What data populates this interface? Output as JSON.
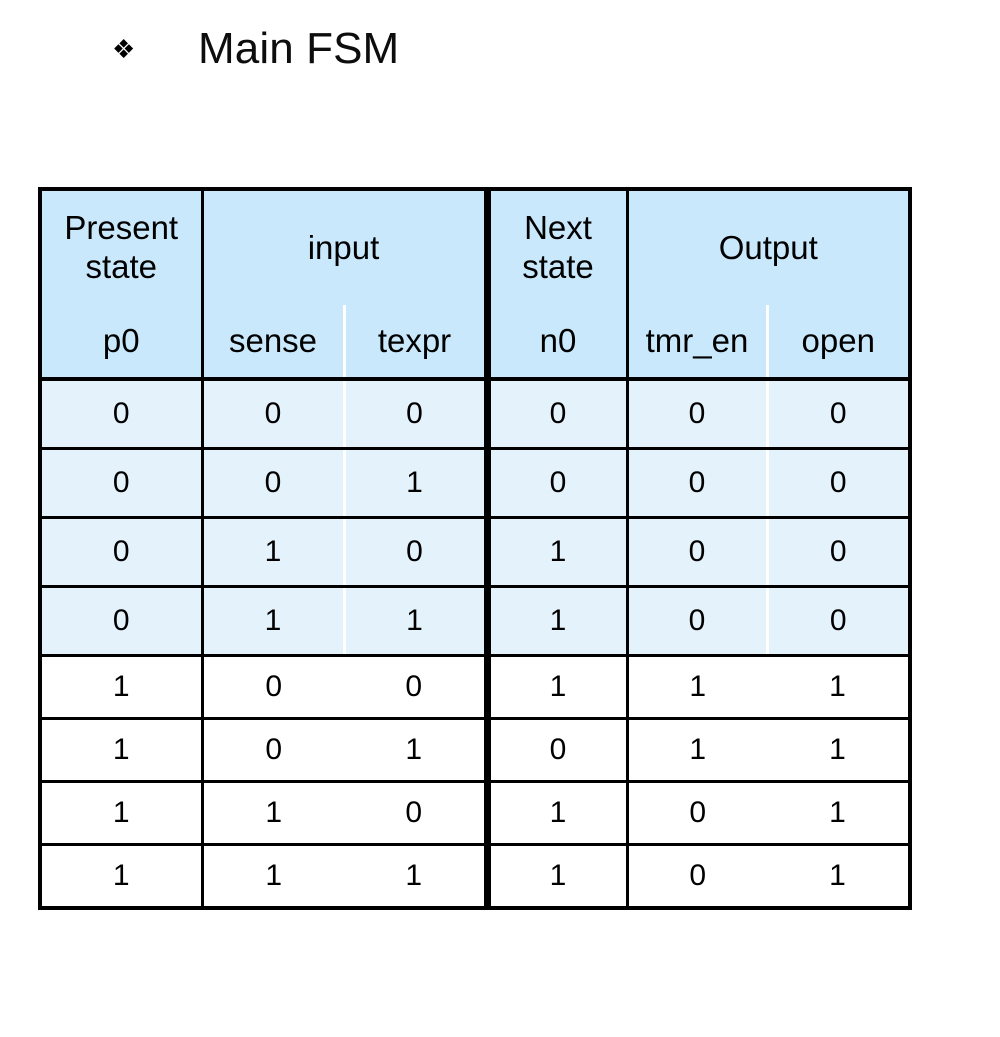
{
  "slide": {
    "bullet_icon": "diamond-bullet-icon",
    "bullet_glyph": "❖",
    "title": "Main FSM"
  },
  "table": {
    "name": "main-fsm-truth-table",
    "group_headers": [
      {
        "label": "Present\nstate",
        "label_line1": "Present",
        "label_line2": "state",
        "span": 1
      },
      {
        "label": "input",
        "span": 2
      },
      {
        "label": "Next\nstate",
        "label_line1": "Next",
        "label_line2": "state",
        "span": 1
      },
      {
        "label": "Output",
        "span": 2
      }
    ],
    "columns": [
      "p0",
      "sense",
      "texpr",
      "n0",
      "tmr_en",
      "open"
    ],
    "rows": [
      {
        "p0": "0",
        "sense": "0",
        "texpr": "0",
        "n0": "0",
        "tmr_en": "0",
        "open": "0",
        "shaded": true
      },
      {
        "p0": "0",
        "sense": "0",
        "texpr": "1",
        "n0": "0",
        "tmr_en": "0",
        "open": "0",
        "shaded": true
      },
      {
        "p0": "0",
        "sense": "1",
        "texpr": "0",
        "n0": "1",
        "tmr_en": "0",
        "open": "0",
        "shaded": true
      },
      {
        "p0": "0",
        "sense": "1",
        "texpr": "1",
        "n0": "1",
        "tmr_en": "0",
        "open": "0",
        "shaded": true
      },
      {
        "p0": "1",
        "sense": "0",
        "texpr": "0",
        "n0": "1",
        "tmr_en": "1",
        "open": "1",
        "shaded": false
      },
      {
        "p0": "1",
        "sense": "0",
        "texpr": "1",
        "n0": "0",
        "tmr_en": "1",
        "open": "1",
        "shaded": false
      },
      {
        "p0": "1",
        "sense": "1",
        "texpr": "0",
        "n0": "1",
        "tmr_en": "0",
        "open": "1",
        "shaded": false
      },
      {
        "p0": "1",
        "sense": "1",
        "texpr": "1",
        "n0": "1",
        "tmr_en": "0",
        "open": "1",
        "shaded": false
      }
    ]
  },
  "colors": {
    "header_fill": "#c9e8fb",
    "shaded_row_fill": "#e4f2fc",
    "plain_row_fill": "#ffffff",
    "border": "#000000",
    "page_background": "#ffffff",
    "text": "#000000"
  }
}
